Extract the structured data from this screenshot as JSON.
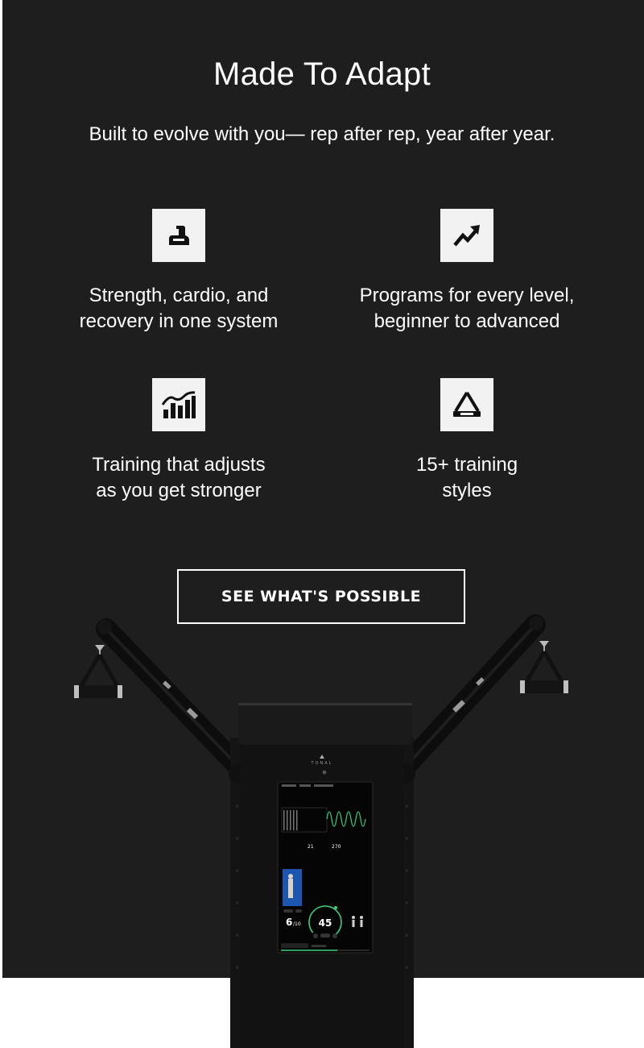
{
  "section": {
    "headline": "Made To Adapt",
    "subhead": "Built to evolve with you— rep after rep, year after year."
  },
  "features": [
    {
      "icon": "flexed-arm-icon",
      "label": "Strength, cardio, and\nrecovery in one system"
    },
    {
      "icon": "trending-up-icon",
      "label": "Programs for every level,\nbeginner to advanced"
    },
    {
      "icon": "growth-bars-icon",
      "label": "Training that adjusts\nas you get stronger"
    },
    {
      "icon": "triangle-handle-icon",
      "label": "15+ training\nstyles"
    }
  ],
  "cta": {
    "label": "SEE WHAT'S POSSIBLE"
  },
  "device": {
    "brand": "TONAL",
    "screen": {
      "stat_a": "21",
      "stat_b": "270",
      "reps": "6",
      "reps_total": "/10",
      "weight": "45"
    }
  },
  "colors": {
    "panel": "#1e1e1e",
    "icon_box": "#f2f2f2",
    "screen_accent": "#3ad07a"
  }
}
